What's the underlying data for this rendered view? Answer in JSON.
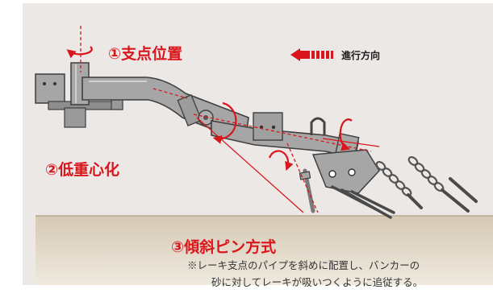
{
  "labels": {
    "pivot": "①支点位置",
    "low_center": "②低重心化",
    "pin": "③傾斜ピン方式",
    "direction": "進行方向"
  },
  "note": {
    "line1": "※レーキ支点のパイプを斜めに配置し、バンカーの",
    "line2": "砂に対してレーキが吸いつくように追従する。"
  },
  "icons": {
    "direction_arrow": "left-arrow-icon",
    "rotation": "rotation-arrow-icon"
  },
  "colors": {
    "accent": "#d9161c",
    "metal": "#a4a4a4",
    "metal_dark": "#4a4a4a",
    "background": "#ede9e7",
    "sand": "#dcd0bd"
  }
}
